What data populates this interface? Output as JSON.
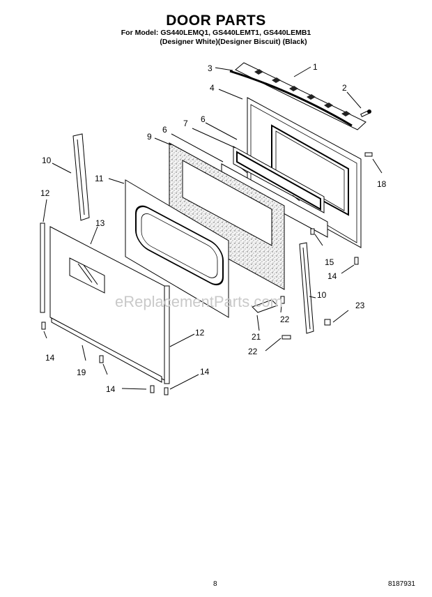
{
  "header": {
    "title": "DOOR PARTS",
    "model_line": "For Model: GS440LEMQ1, GS440LEMT1, GS440LEMB1",
    "color_line": "(Designer White)(Designer Biscuit) (Black)"
  },
  "callouts": {
    "c1": "1",
    "c2": "2",
    "c3": "3",
    "c4": "4",
    "c6a": "6",
    "c6b": "6",
    "c7": "7",
    "c9": "9",
    "c10a": "10",
    "c10b": "10",
    "c11": "11",
    "c12a": "12",
    "c12b": "12",
    "c13": "13",
    "c14a": "14",
    "c14b": "14",
    "c14c": "14",
    "c14d": "14",
    "c15": "15",
    "c18": "18",
    "c19": "19",
    "c21": "21",
    "c22a": "22",
    "c22b": "22",
    "c23": "23"
  },
  "watermark": "eReplacementParts.com",
  "footer": {
    "page_number": "8",
    "doc_number": "8187931"
  }
}
